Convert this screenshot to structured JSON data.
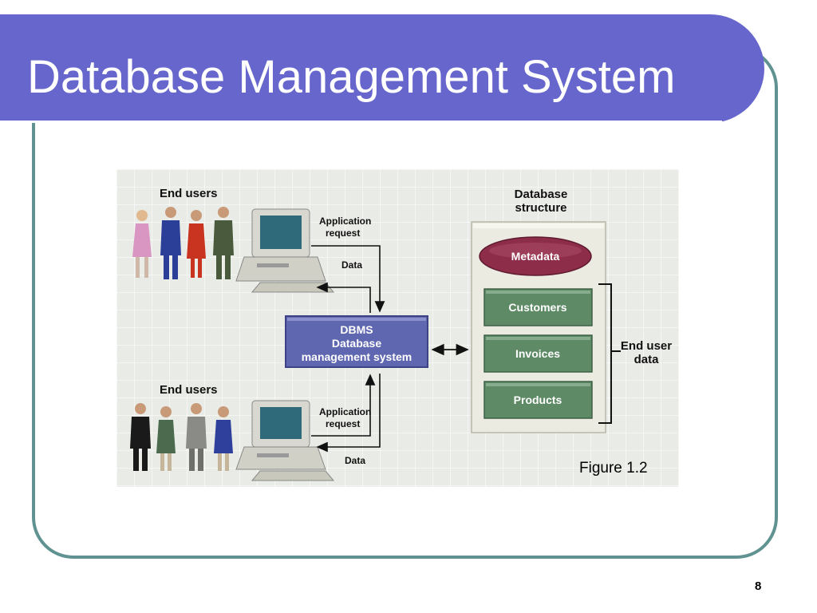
{
  "slide": {
    "title": "Database Management System",
    "number": "8"
  },
  "figure": {
    "caption": "Figure 1.2",
    "top_group": {
      "label": "End users",
      "request_label_1": "Application",
      "request_label_2": "request",
      "data_label": "Data"
    },
    "bottom_group": {
      "label": "End users",
      "request_label_1": "Application",
      "request_label_2": "request",
      "data_label": "Data"
    },
    "dbms": {
      "line1": "DBMS",
      "line2": "Database",
      "line3": "management system"
    },
    "database": {
      "heading_1": "Database",
      "heading_2": "structure",
      "metadata": "Metadata",
      "tables": [
        "Customers",
        "Invoices",
        "Products"
      ],
      "end_user_data_1": "End user",
      "end_user_data_2": "data"
    }
  },
  "colors": {
    "title_bar": "#6666cc",
    "frame": "#5f9291",
    "dbms_box": "#5f67b1",
    "metadata": "#8e2d4a",
    "table_box": "#5e8a66"
  }
}
